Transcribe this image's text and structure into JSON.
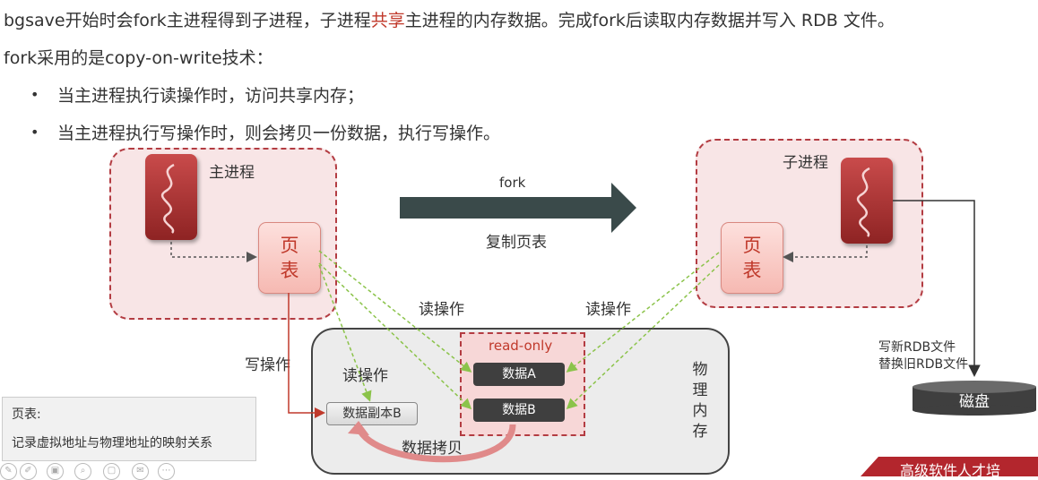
{
  "header": {
    "line1_a": "bgsave开始时会fork主进程得到子进程，子进程",
    "line1_hl": "共享",
    "line1_b": "主进程的内存数据。完成fork后读取内存数据并写入 RDB 文件。",
    "line2": "fork采用的是copy-on-write技术：",
    "bullets": [
      "当主进程执行读操作时，访问共享内存；",
      "当主进程执行写操作时，则会拷贝一份数据，执行写操作。"
    ]
  },
  "diagram": {
    "main_process_label": "主进程",
    "child_process_label": "子进程",
    "page_table_line1": "页",
    "page_table_line2": "表",
    "fork_label": "fork",
    "copy_page_table_label": "复制页表",
    "read_op_left": "读操作",
    "read_op_right": "读操作",
    "write_op": "写操作",
    "read_op_inner": "读操作",
    "read_only_label": "read-only",
    "data_a": "数据A",
    "data_b": "数据B",
    "data_copy_b": "数据副本B",
    "data_copy_label": "数据拷贝",
    "physical_memory": [
      "物",
      "理",
      "内",
      "存"
    ],
    "rdb_line1": "写新RDB文件",
    "rdb_line2": "替换旧RDB文件",
    "disk_label": "磁盘"
  },
  "note": {
    "title": "页表:",
    "body": "记录虚拟地址与物理地址的映射关系"
  },
  "watermark": {
    "corner_text": "高级软件人才培"
  },
  "colors": {
    "accent_red": "#c0392b",
    "dashed_border": "#b33c42",
    "arrow_green": "#8bc34a",
    "fork_arrow": "#3a4a4a"
  }
}
